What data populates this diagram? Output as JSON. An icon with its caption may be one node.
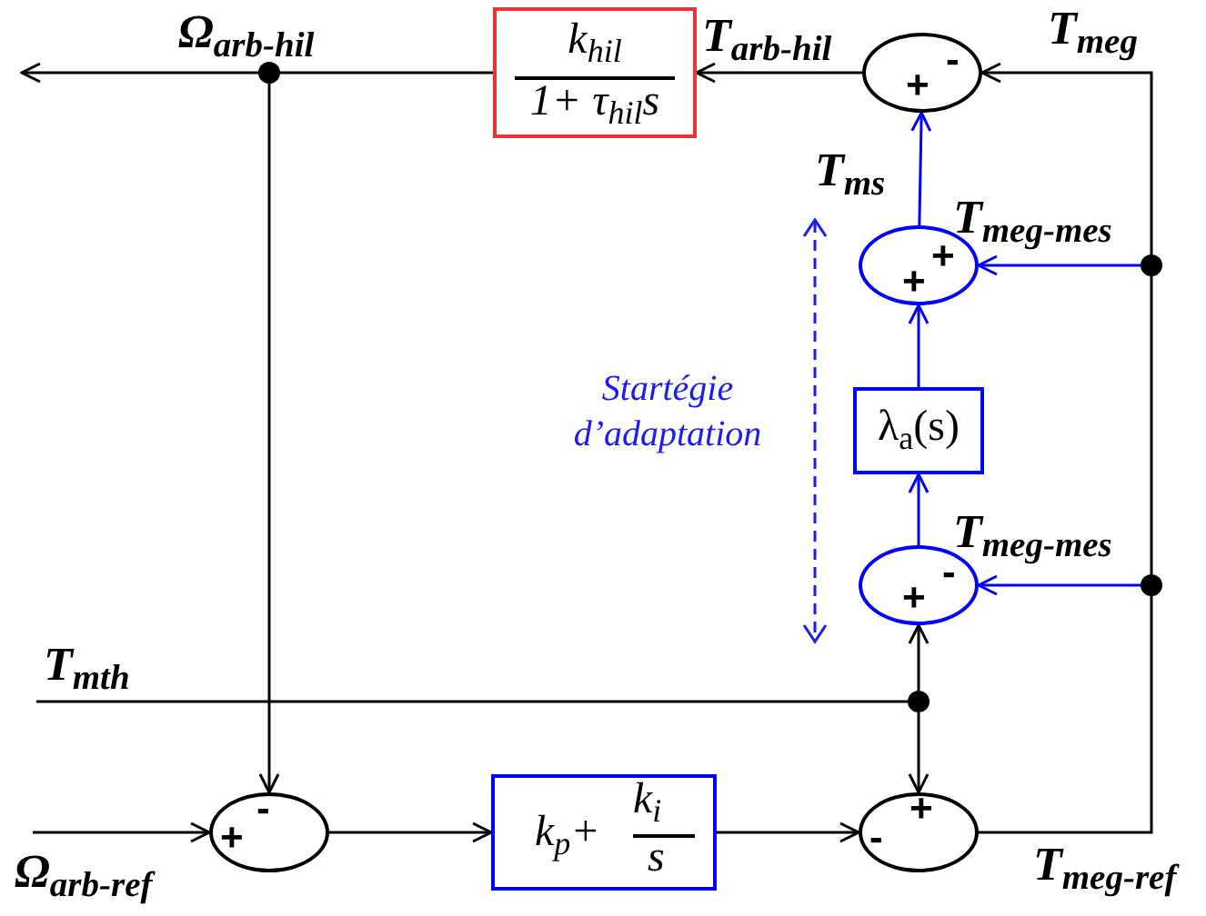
{
  "diagram": {
    "nodes": [
      {
        "text": [
          "+",
          "-"
        ]
      },
      {
        "text": [
          "k$_{hil}$",
          "1+ τ$_{hil}$s"
        ]
      },
      {
        "text": [
          "+",
          "+"
        ]
      },
      {
        "text": [
          "λ$_{a}$(s)"
        ]
      },
      {
        "text": [
          "+",
          "-"
        ]
      },
      {
        "text": [
          "+",
          "-"
        ]
      },
      {
        "text": [
          "k$_{p}$+",
          "k$_{i}$",
          "s"
        ]
      },
      {
        "text": [
          "-",
          "+"
        ]
      },
      {
        "text": [],
        "shape": "circle"
      },
      {
        "text": [],
        "shape": "circle"
      },
      {
        "text": [],
        "shape": "circle"
      },
      {
        "text": [],
        "shape": "circle"
      }
    ],
    "edges": [
      {
        "from": 0,
        "to": 1,
        "arrow": "to"
      },
      {
        "from": 1,
        "to": 8,
        "arrow": "none"
      },
      {
        "from": 8,
        "to": null,
        "arrow": "to"
      },
      {
        "from": 8,
        "to": 5,
        "arrow": "to"
      },
      {
        "from": null,
        "to": 5,
        "arrow": "to"
      },
      {
        "from": 5,
        "to": 6,
        "arrow": "to"
      },
      {
        "from": 6,
        "to": 7,
        "arrow": "to"
      },
      {
        "from": null,
        "to": 11,
        "arrow": "none"
      },
      {
        "from": 11,
        "to": 4,
        "arrow": "to"
      },
      {
        "from": 11,
        "to": 7,
        "arrow": "to"
      },
      {
        "from": 7,
        "to": 10,
        "arrow": "none"
      },
      {
        "from": 10,
        "to": 9,
        "arrow": "none"
      },
      {
        "from": 9,
        "to": 0,
        "arrow": "to"
      },
      {
        "from": 9,
        "to": 2,
        "arrow": "to",
        "color": "#0000ff"
      },
      {
        "from": 10,
        "to": 4,
        "arrow": "to",
        "color": "#0000ff"
      },
      {
        "from": 4,
        "to": 3,
        "arrow": "to",
        "color": "#0000ff"
      },
      {
        "from": 3,
        "to": 2,
        "arrow": "to",
        "color": "#0000ff"
      },
      {
        "from": 2,
        "to": 0,
        "arrow": "to",
        "color": "#0000ff"
      }
    ],
    "labels": [
      "Ω$_{arb-hil}$",
      "T$_{arb-hil}$",
      "T$_{meg}$",
      "T$_{ms}$",
      "T$_{meg-mes}$",
      "Startégie d’adaptation",
      "T$_{meg-mes}$",
      "T$_{mth}$",
      "Ω$_{arb-ref}$",
      "T$_{meg-ref}$"
    ]
  }
}
